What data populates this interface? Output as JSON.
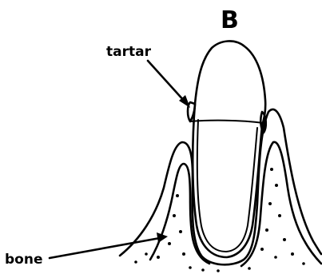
{
  "figure": {
    "panel_letter": "B",
    "labels": {
      "tartar": "tartar",
      "bone": "bone"
    }
  },
  "colors": {
    "ink": "#000000",
    "background": "#ffffff"
  }
}
